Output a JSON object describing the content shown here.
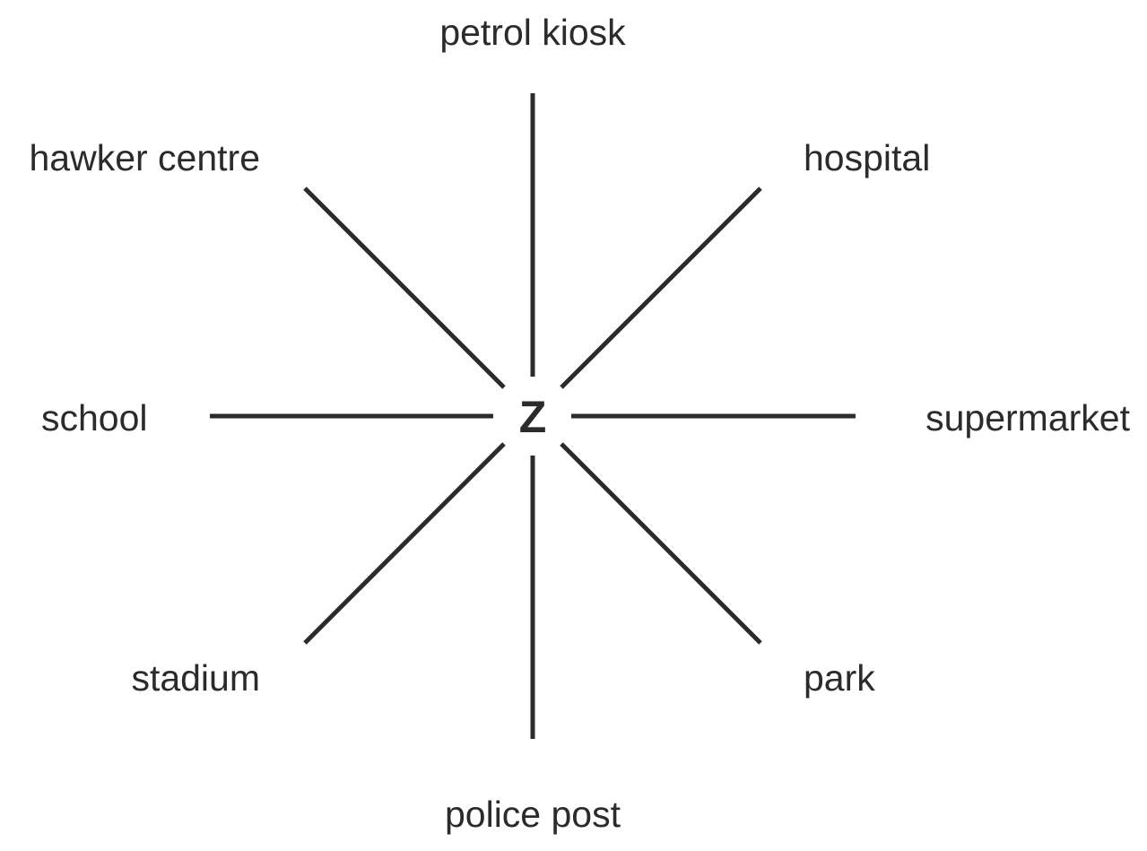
{
  "center": {
    "label": "Z"
  },
  "places": {
    "north": "petrol kiosk",
    "north_east": "hospital",
    "east": "supermarket",
    "south_east": "park",
    "south": "police post",
    "south_west": "stadium",
    "west": "school",
    "north_west": "hawker centre"
  },
  "colors": {
    "ink": "#2b2b2b",
    "background": "#ffffff"
  }
}
